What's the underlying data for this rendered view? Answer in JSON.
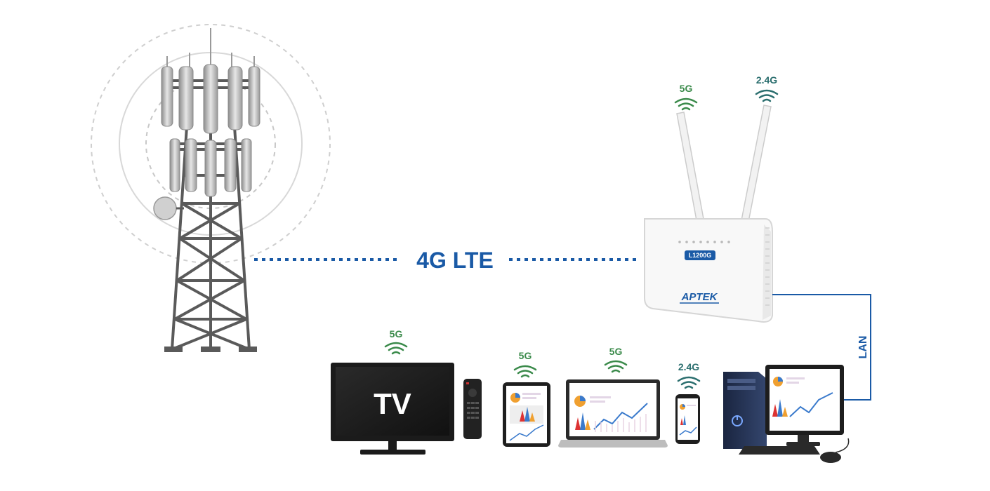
{
  "link": {
    "label": "4G LTE"
  },
  "lan": {
    "label": "LAN"
  },
  "router": {
    "model": "L1200G",
    "brand": "APTEK",
    "antenna_left_band": "5G",
    "antenna_right_band": "2.4G"
  },
  "devices": {
    "tv": {
      "screen_text": "TV",
      "band": "5G"
    },
    "tablet": {
      "band": "5G"
    },
    "laptop": {
      "band": "5G"
    },
    "phone": {
      "band": "2.4G"
    }
  },
  "colors": {
    "link_blue": "#1a5aa6",
    "wifi_green": "#3a8a4a",
    "wifi_teal": "#2a6e6e",
    "tower_gray": "#5a5a5a"
  }
}
